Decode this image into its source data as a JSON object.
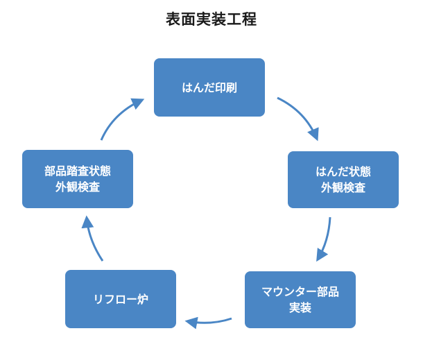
{
  "diagram": {
    "title": "表面実装工程",
    "accent_color": "#4a86c5",
    "steps": [
      {
        "lines": [
          "はんだ印刷"
        ]
      },
      {
        "lines": [
          "はんだ状態",
          "外観検査"
        ]
      },
      {
        "lines": [
          "マウンター部品",
          "実装"
        ]
      },
      {
        "lines": [
          "リフロー炉"
        ]
      },
      {
        "lines": [
          "部品踏査状態",
          "外観検査"
        ]
      }
    ],
    "flow": [
      "step1-to-step2",
      "step2-to-step3",
      "step3-to-step4",
      "step4-to-step5",
      "step5-to-step1"
    ]
  }
}
